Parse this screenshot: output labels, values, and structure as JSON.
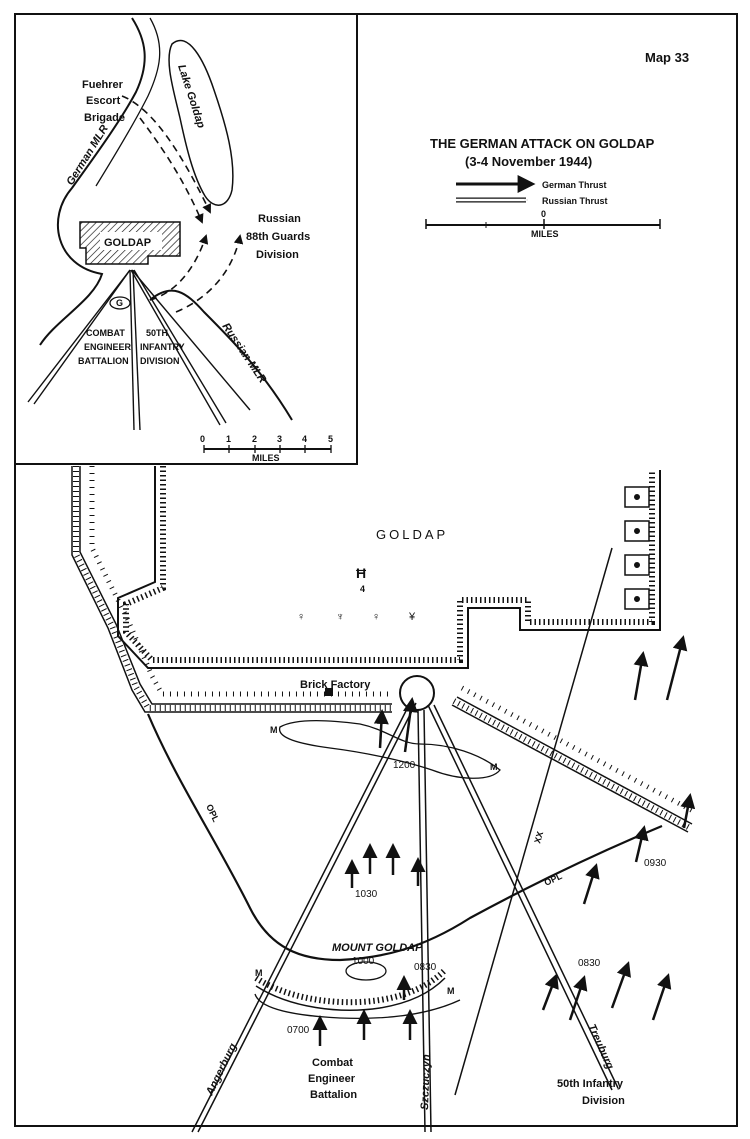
{
  "map_number": "Map 33",
  "title": "THE GERMAN ATTACK ON GOLDAP",
  "subtitle": "(3-4 November 1944)",
  "legend": {
    "german_thrust": "German Thrust",
    "russian_thrust": "Russian Thrust",
    "scale_zero": "0",
    "scale_unit": "MILES"
  },
  "inset": {
    "fuehrer": [
      "Fuehrer",
      "Escort",
      "Brigade"
    ],
    "lake": "Lake Goldap",
    "town": "GOLDAP",
    "german_mlr": "German MLR",
    "russian_mlr": "Russian MLR",
    "russian_division": [
      "Russian",
      "88th Guards",
      "Division"
    ],
    "combat_engineer": [
      "COMBAT",
      "ENGINEER",
      "BATTALION"
    ],
    "infantry_50": [
      "50TH",
      "INFANTRY",
      "DIVISION"
    ],
    "scale_ticks": [
      "0",
      "1",
      "2",
      "3",
      "4",
      "5"
    ],
    "scale_unit": "MILES"
  },
  "main": {
    "town": "GOLDAP",
    "brick_factory": "Brick Factory",
    "mount_goldap": "MOUNT GOLDAP",
    "opl": "OPL",
    "xx": "XX",
    "mine_marker": "M",
    "unit_number": "4",
    "times": [
      "1200",
      "1030",
      "1000",
      "0830",
      "0930",
      "0830",
      "0700"
    ],
    "combat_engineer": [
      "Combat",
      "Engineer",
      "Battalion"
    ],
    "infantry_50": [
      "50th Infantry",
      "Division"
    ],
    "roads": {
      "angerburg": "Angerburg",
      "szczuczyn": "Szczuczyn",
      "treuburg": "Treuburg"
    }
  }
}
